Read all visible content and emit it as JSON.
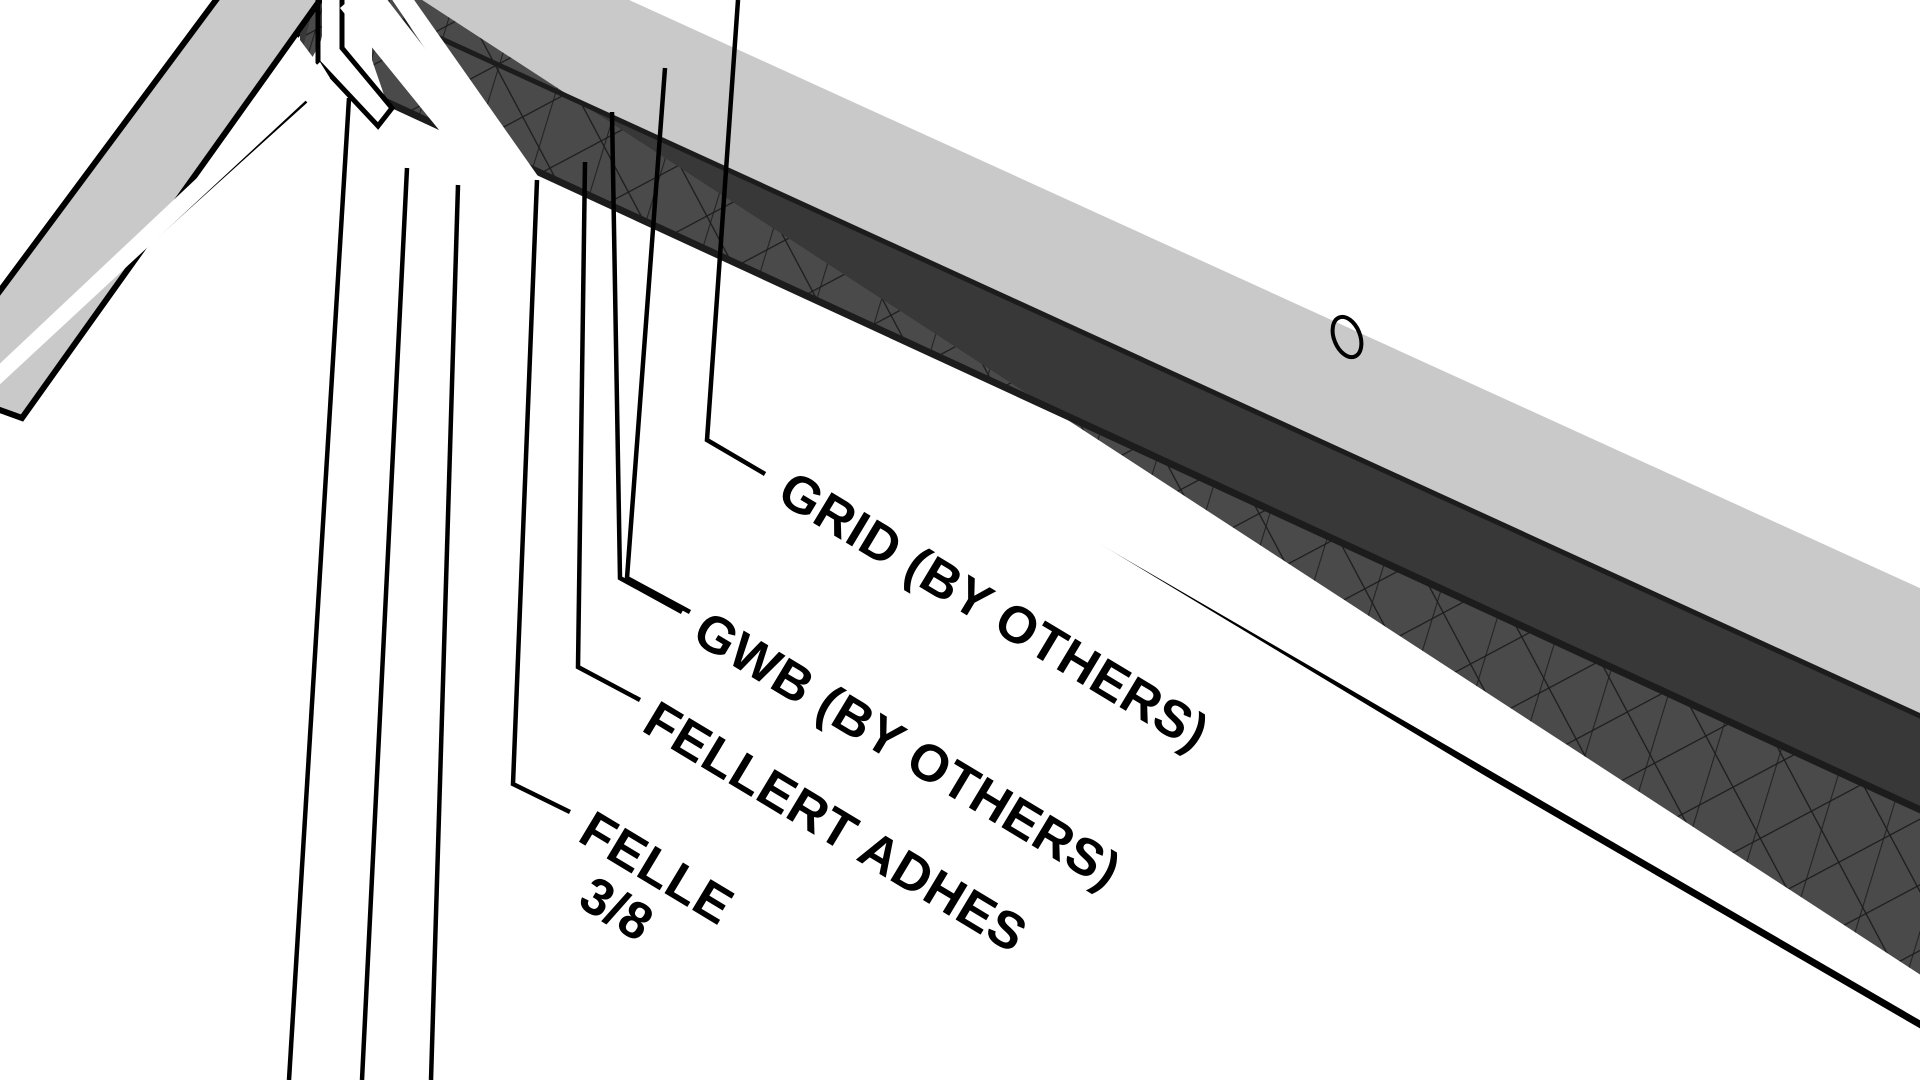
{
  "drawing": {
    "type": "architectural-detail-section",
    "background_color": "#ffffff",
    "line_color": "#000000",
    "view_description": "Zoomed-in rotated architectural wall/ceiling section detail with crosshatched assembly band and leader-line callouts",
    "rotation_degrees": -28
  },
  "materials": {
    "light_band_color": "#c9c9c9",
    "dark_band_color": "#383838",
    "hatch_fill_color": "#4a4a4a",
    "hatch_line_color": "#1c1c1c",
    "white_fill_color": "#ffffff"
  },
  "callouts": [
    {
      "id": "grid",
      "label": "GRID (BY OTHERS)",
      "leader_index": 1
    },
    {
      "id": "gwb",
      "label": "GWB (BY OTHERS)",
      "leader_index": 2
    },
    {
      "id": "fellert-adhesive",
      "label": "FELLERT ADHES",
      "leader_index": 3,
      "truncated": true
    },
    {
      "id": "fellert-base",
      "label": "FELLE",
      "leader_index": 4,
      "truncated": true
    },
    {
      "id": "fellert-thickness",
      "label": "3/8",
      "leader_index": 5,
      "truncated": true
    }
  ],
  "leader_lines": {
    "count": 8,
    "description": "Long thin vertical leader lines running from the hatched assembly band down toward the callout text"
  },
  "annotations": {
    "oval_marker": {
      "name": "revision-bubble",
      "shape": "ellipse"
    },
    "corner_notch": {
      "name": "white-return-notch",
      "description": "White L-shaped return notch at the left end of the assembly"
    }
  }
}
